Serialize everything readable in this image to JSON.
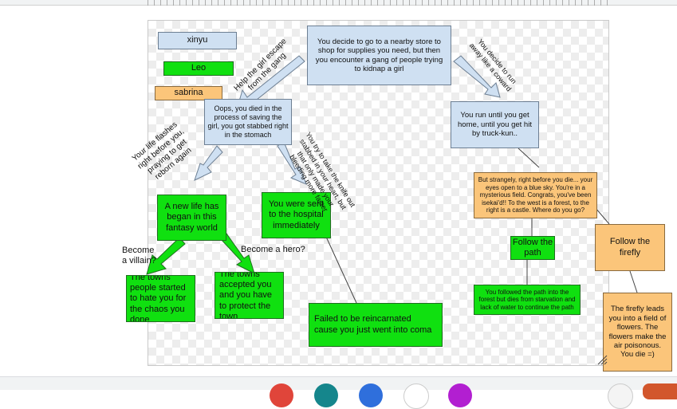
{
  "legend": {
    "xinyu": "xinyu",
    "leo": "Leo",
    "sabrina": "sabrina"
  },
  "nodes": {
    "start": "You decide to go to a nearby store to shop for supplies you need, but then you encounter a gang of people trying to kidnap a girl",
    "died_saving": "Oops, you died in the process of saving the girl, you got stabbed right in the stomach",
    "run_home": "You run until you get home, until you get hit by truck-kun..",
    "new_life": "A new life has began in this fantasy world",
    "hospital": "You were sent to the hospital immediately",
    "villain_result": "The towns people started to hate you for the chaos you done",
    "hero_result": "The towns accepted you and you have to protect the town",
    "coma": "Failed to be reincarnated cause you just went into coma",
    "isekai": "But strangely, right before you die... your eyes open to a blue sky. You're in a mysterious field. Congrats, you've been isekai'd!! To the west is a forest, to the right is a castle. Where do you go?",
    "follow_path": "Follow the path",
    "path_result": "You followed the path into the forest but dies from starvation and lack of water to continue the path",
    "follow_firefly": "Follow the firefly",
    "firefly_result": "The firefly leads you into a field of flowers. The flowers make the air poisonous. You die =)"
  },
  "edge_labels": {
    "help_girl": "Help the girl escape\nfrom the gang",
    "run_away": "You decide to run\naway like a coward",
    "reborn": "Your life flashes\nright before you,\npraying to get\nreborn again",
    "take_knife": "You try to take the knife out\nstabbed in your heart, but\nthat only made your\nbleeding more faster",
    "villain": "Become\na villain?",
    "hero": "Become a hero?"
  },
  "colors": {
    "xinyu": "#cfe0f2",
    "leo": "#10e010",
    "sabrina": "#fbc57a"
  }
}
